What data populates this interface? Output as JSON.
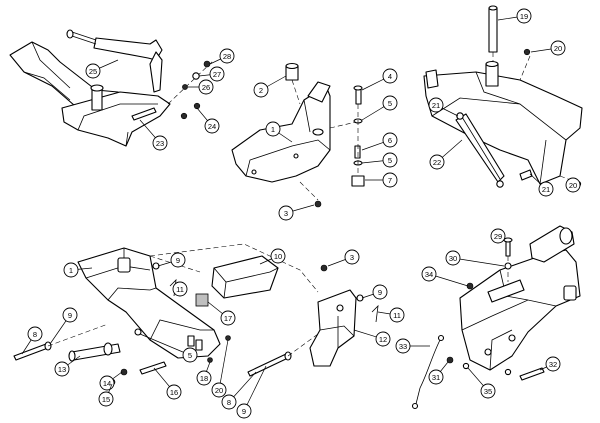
{
  "callouts": [
    "1",
    "2",
    "3",
    "4",
    "5",
    "6",
    "7",
    "8",
    "9",
    "10",
    "11",
    "12",
    "13",
    "14",
    "15",
    "16",
    "17",
    "18",
    "19",
    "20",
    "21",
    "22",
    "23",
    "24",
    "25",
    "26",
    "27",
    "28",
    "29",
    "30",
    "31",
    "32",
    "33",
    "34",
    "35"
  ],
  "colors": {
    "line": "#000000",
    "fill": "#ffffff",
    "shade": "#bfbfbf"
  }
}
